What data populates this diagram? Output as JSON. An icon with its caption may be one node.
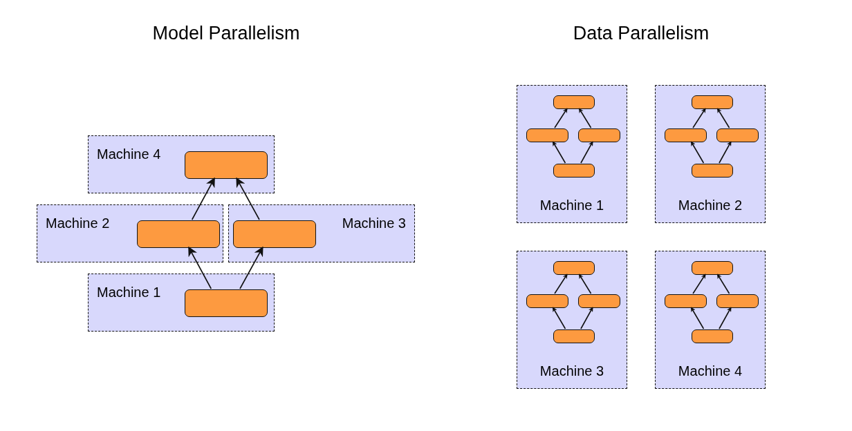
{
  "diagram": {
    "nodes": [
      {
        "text": [
          "Machine 4"
        ]
      },
      {
        "text": [],
        "shape": "box",
        "in": 0
      },
      {
        "text": [
          "Machine 2"
        ]
      },
      {
        "text": [],
        "shape": "box",
        "in": 2
      },
      {
        "text": [
          "Machine 3"
        ]
      },
      {
        "text": [],
        "shape": "box",
        "in": 4
      },
      {
        "text": [
          "Machine 1"
        ]
      },
      {
        "text": [],
        "shape": "box",
        "in": 6
      },
      {
        "text": [
          "Machine 1"
        ]
      },
      {
        "text": [],
        "shape": "box",
        "in": 8
      },
      {
        "text": [],
        "shape": "box",
        "in": 8
      },
      {
        "text": [],
        "shape": "box",
        "in": 8
      },
      {
        "text": [],
        "shape": "box",
        "in": 8
      },
      {
        "text": [
          "Machine 2"
        ]
      },
      {
        "text": [],
        "shape": "box",
        "in": 13
      },
      {
        "text": [],
        "shape": "box",
        "in": 13
      },
      {
        "text": [],
        "shape": "box",
        "in": 13
      },
      {
        "text": [],
        "shape": "box",
        "in": 13
      },
      {
        "text": [
          "Machine 3"
        ]
      },
      {
        "text": [],
        "shape": "box",
        "in": 18
      },
      {
        "text": [],
        "shape": "box",
        "in": 18
      },
      {
        "text": [],
        "shape": "box",
        "in": 18
      },
      {
        "text": [],
        "shape": "box",
        "in": 18
      },
      {
        "text": [
          "Machine 4"
        ]
      },
      {
        "text": [],
        "shape": "box",
        "in": 23
      },
      {
        "text": [],
        "shape": "box",
        "in": 23
      },
      {
        "text": [],
        "shape": "box",
        "in": 23
      },
      {
        "text": [],
        "shape": "box",
        "in": 23
      }
    ],
    "edges": [
      {
        "from": 7,
        "to": 3,
        "arrow": "to"
      },
      {
        "from": 7,
        "to": 5,
        "arrow": "to"
      },
      {
        "from": 3,
        "to": 1,
        "arrow": "to"
      },
      {
        "from": 5,
        "to": 1,
        "arrow": "to"
      },
      {
        "from": 12,
        "to": 10,
        "arrow": "to"
      },
      {
        "from": 12,
        "to": 11,
        "arrow": "to"
      },
      {
        "from": 10,
        "to": 9,
        "arrow": "to"
      },
      {
        "from": 11,
        "to": 9,
        "arrow": "to"
      },
      {
        "from": 17,
        "to": 15,
        "arrow": "to"
      },
      {
        "from": 17,
        "to": 16,
        "arrow": "to"
      },
      {
        "from": 15,
        "to": 14,
        "arrow": "to"
      },
      {
        "from": 16,
        "to": 14,
        "arrow": "to"
      },
      {
        "from": 22,
        "to": 20,
        "arrow": "to"
      },
      {
        "from": 22,
        "to": 21,
        "arrow": "to"
      },
      {
        "from": 20,
        "to": 19,
        "arrow": "to"
      },
      {
        "from": 21,
        "to": 19,
        "arrow": "to"
      },
      {
        "from": 27,
        "to": 25,
        "arrow": "to"
      },
      {
        "from": 27,
        "to": 26,
        "arrow": "to"
      },
      {
        "from": 25,
        "to": 24,
        "arrow": "to"
      },
      {
        "from": 26,
        "to": 24,
        "arrow": "to"
      }
    ],
    "labels": [
      "Model Parallelism",
      "Data Parallelism"
    ]
  }
}
